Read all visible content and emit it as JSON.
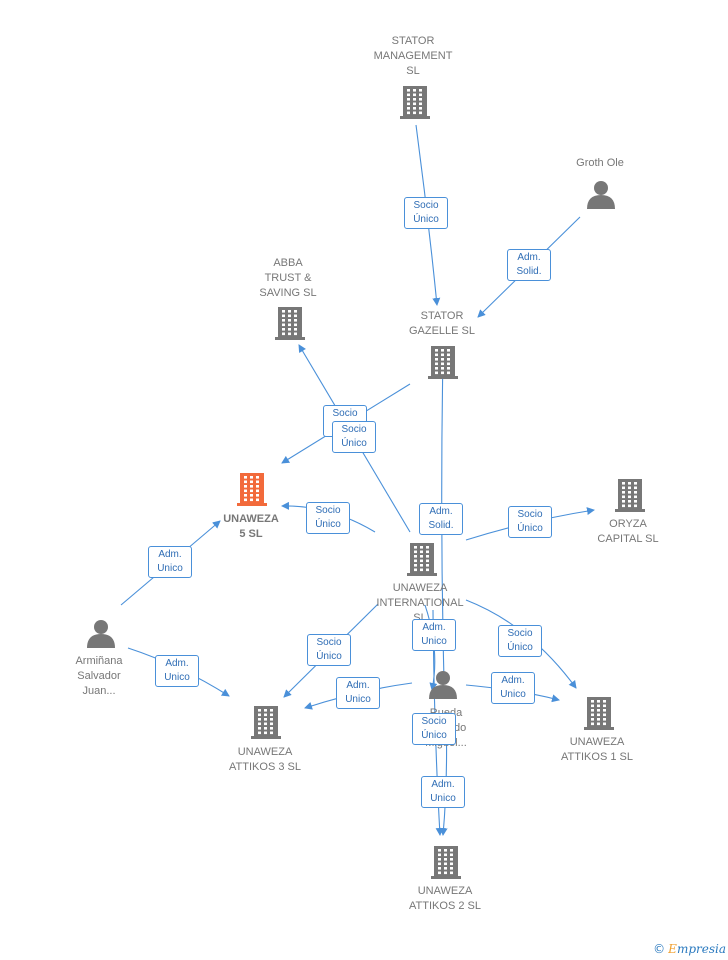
{
  "colors": {
    "edge": "#4a90d9",
    "building": "#777777",
    "highlight": "#f26a3b",
    "person": "#777777"
  },
  "nodes": {
    "stator_management": "STATOR\nMANAGEMENT\nSL",
    "groth_ole": "Groth Ole",
    "abba": "ABBA\nTRUST &\nSAVING  SL",
    "stator_gazelle": "STATOR\nGAZELLE  SL",
    "unaweza5": "UNAWEZA\n5  SL",
    "oryza": "ORYZA\nCAPITAL  SL",
    "unaweza_int": "UNAWEZA\nINTERNATIONAL\nSL",
    "armiñana": "Armiñana\nSalvador\nJuan...",
    "rueda": "Rueda\nPeinado\nMiguel...",
    "attikos3": "UNAWEZA\nATTIKOS 3  SL",
    "attikos1": "UNAWEZA\nATTIKOS 1  SL",
    "attikos2": "UNAWEZA\nATTIKOS 2  SL"
  },
  "relations": {
    "r1": "Socio\nÚnico",
    "r2": "Adm.\nSolid.",
    "r3": "Socio\nÚnico",
    "r4": "Socio\nÚnico",
    "r5": "Socio\nÚnico",
    "r6": "Adm.\nSolid.",
    "r7": "Socio\nÚnico",
    "r8": "Adm.\nUnico",
    "r9": "Adm.\nUnico",
    "r10": "Socio\nÚnico",
    "r11": "Adm.\nUnico",
    "r12": "Socio\nÚnico",
    "r13": "Adm.\nUnico",
    "r14": "Adm.\nUnico",
    "r15": "Socio\nÚnico",
    "r16": "Adm.\nUnico"
  },
  "footer": {
    "copyright": "©",
    "brand_e": "E",
    "brand_rest": "mpresia"
  }
}
